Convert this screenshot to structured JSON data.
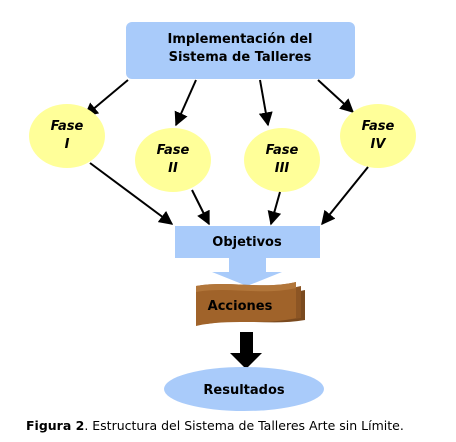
{
  "diagram": {
    "top": {
      "line1": "Implementación del",
      "line2": "Sistema de Talleres"
    },
    "phases": [
      {
        "word": "Fase",
        "numeral": "I"
      },
      {
        "word": "Fase",
        "numeral": "II"
      },
      {
        "word": "Fase",
        "numeral": "III"
      },
      {
        "word": "Fase",
        "numeral": "IV"
      }
    ],
    "objetivos": "Objetivos",
    "acciones": "Acciones",
    "resultados": "Resultados"
  },
  "caption": {
    "label": "Figura 2",
    "text": ". Estructura del Sistema de Talleres Arte sin Límite."
  },
  "colors": {
    "top_box": "#A9CBFA",
    "phase_ellipse": "#FFFF99",
    "objetivos_box": "#A9CBFA",
    "down_arrow": "#A9CBFA",
    "acciones_scroll": "#A0632A",
    "black_arrow": "#000000",
    "resultados_ellipse": "#A9CBFA"
  }
}
